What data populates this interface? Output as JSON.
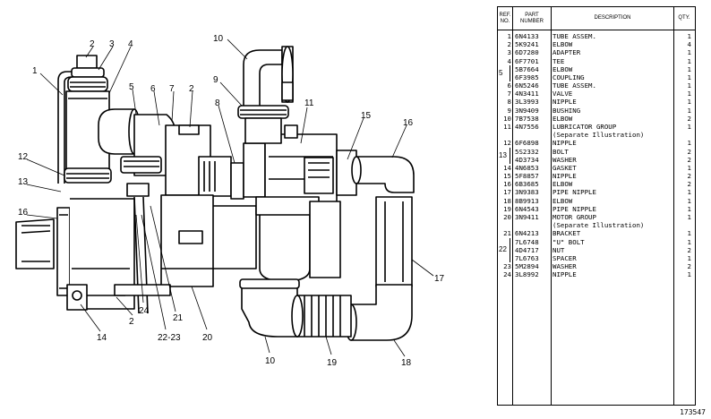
{
  "table": {
    "headers": {
      "ref": "REF. NO.",
      "part": "PART NUMBER",
      "desc": "DESCRIPTION",
      "qty": "QTY."
    },
    "rows": [
      {
        "ref": "1",
        "pn": "6N4133",
        "desc": "TUBE ASSEM.",
        "qty": "1"
      },
      {
        "ref": "2",
        "pn": "5K9241",
        "desc": "ELBOW",
        "qty": "4"
      },
      {
        "ref": "3",
        "pn": "6D7280",
        "desc": "ADAPTER",
        "qty": "1"
      },
      {
        "ref": "4",
        "pn": "6F7701",
        "desc": "TEE",
        "qty": "1"
      },
      {
        "ref": "",
        "pn": "5B7664",
        "desc": "ELBOW",
        "qty": "1"
      },
      {
        "ref": "",
        "pn": "6F3985",
        "desc": "COUPLING",
        "qty": "1"
      },
      {
        "ref": "6",
        "pn": "6N5246",
        "desc": "TUBE ASSEM.",
        "qty": "1"
      },
      {
        "ref": "7",
        "pn": "4N3411",
        "desc": "VALVE",
        "qty": "1"
      },
      {
        "ref": "8",
        "pn": "3L3993",
        "desc": "NIPPLE",
        "qty": "1"
      },
      {
        "ref": "9",
        "pn": "3N9409",
        "desc": "BUSHING",
        "qty": "1"
      },
      {
        "ref": "10",
        "pn": "7B7538",
        "desc": "ELBOW",
        "qty": "2"
      },
      {
        "ref": "11",
        "pn": "4N7556",
        "desc": "LUBRICATOR GROUP",
        "qty": "1"
      },
      {
        "ref": "",
        "pn": "",
        "desc": "(Separate Illustration)",
        "qty": ""
      },
      {
        "ref": "12",
        "pn": "6F6898",
        "desc": "NIPPLE",
        "qty": "1"
      },
      {
        "ref": "",
        "pn": "5S2332",
        "desc": "BOLT",
        "qty": "2"
      },
      {
        "ref": "",
        "pn": "4D3734",
        "desc": "WASHER",
        "qty": "2"
      },
      {
        "ref": "14",
        "pn": "4N6853",
        "desc": "GASKET",
        "qty": "1"
      },
      {
        "ref": "15",
        "pn": "5F8857",
        "desc": "NIPPLE",
        "qty": "2"
      },
      {
        "ref": "16",
        "pn": "6B3685",
        "desc": "ELBOW",
        "qty": "2"
      },
      {
        "ref": "17",
        "pn": "3N9383",
        "desc": "PIPE NIPPLE",
        "qty": "1"
      },
      {
        "ref": "18",
        "pn": "8B9913",
        "desc": "ELBOW",
        "qty": "1"
      },
      {
        "ref": "19",
        "pn": "6N4543",
        "desc": "PIPE NIPPLE",
        "qty": "1"
      },
      {
        "ref": "20",
        "pn": "3N9411",
        "desc": "MOTOR GROUP",
        "qty": "1"
      },
      {
        "ref": "",
        "pn": "",
        "desc": "(Separate Illustration)",
        "qty": ""
      },
      {
        "ref": "21",
        "pn": "6N4213",
        "desc": "BRACKET",
        "qty": "1"
      },
      {
        "ref": "",
        "pn": "7L6748",
        "desc": "\"U\" BOLT",
        "qty": "1"
      },
      {
        "ref": "",
        "pn": "4D4717",
        "desc": "NUT",
        "qty": "2"
      },
      {
        "ref": "",
        "pn": "7L6763",
        "desc": "SPACER",
        "qty": "1"
      },
      {
        "ref": "23",
        "pn": "5M2894",
        "desc": "WASHER",
        "qty": "2"
      },
      {
        "ref": "24",
        "pn": "3L8992",
        "desc": "NIPPLE",
        "qty": "1"
      }
    ],
    "group_refs": [
      {
        "ref": "5",
        "from_row": 4,
        "to_row": 5
      },
      {
        "ref": "13",
        "from_row": 14,
        "to_row": 15
      },
      {
        "ref": "22",
        "from_row": 25,
        "to_row": 27
      }
    ]
  },
  "drawing_number": "173547",
  "callouts": [
    "1",
    "2",
    "3",
    "4",
    "5",
    "6",
    "7",
    "2",
    "10",
    "9",
    "8",
    "11",
    "15",
    "16",
    "12",
    "13",
    "16",
    "17",
    "14",
    "2",
    "24",
    "21",
    "22-23",
    "20",
    "10",
    "19",
    "18"
  ]
}
